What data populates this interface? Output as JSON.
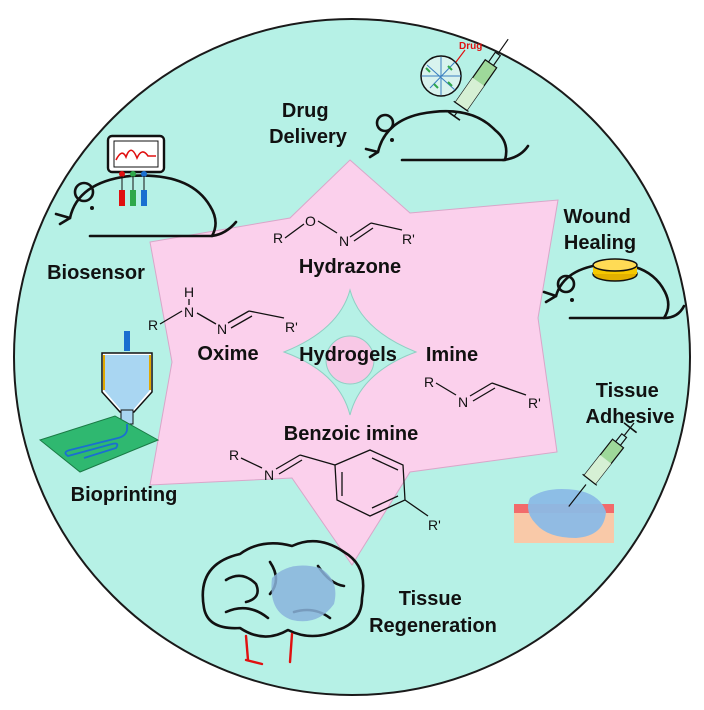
{
  "center": {
    "title": "Hydrogels"
  },
  "bonds": {
    "hydrazone": "Hydrazone",
    "oxime": "Oxime",
    "imine": "Imine",
    "benzoic_imine": "Benzoic imine"
  },
  "applications": {
    "drug_delivery": [
      "Drug",
      "Delivery"
    ],
    "wound_healing": [
      "Wound",
      "Healing"
    ],
    "biosensor": "Biosensor",
    "tissue_adhesive": [
      "Tissue",
      "Adhesive"
    ],
    "bioprinting": "Bioprinting",
    "tissue_regeneration": [
      "Tissue",
      "Regeneration"
    ]
  },
  "drug_tag": "Drug",
  "atoms": {
    "R": "R",
    "Rp": "R'",
    "O": "O",
    "N": "N",
    "H": "H"
  },
  "colors": {
    "outer_circle": "#b6f1e6",
    "star": "#fbd0ec",
    "center_shape": "#b6f1e6"
  }
}
